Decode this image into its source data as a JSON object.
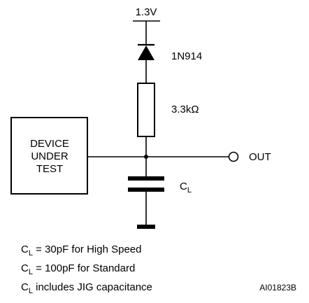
{
  "supply_label": "1.3V",
  "diode_label": "1N914",
  "resistor_label": "3.3kΩ",
  "dut_label": [
    "DEVICE",
    "UNDER",
    "TEST"
  ],
  "output_label": "OUT",
  "capacitor_label": {
    "main": "C",
    "sub": "L"
  },
  "notes": [
    {
      "main": "C",
      "sub": "L",
      "rest": " = 30pF for High Speed"
    },
    {
      "main": "C",
      "sub": "L",
      "rest": " = 100pF for Standard"
    },
    {
      "main": "C",
      "sub": "L",
      "rest": " includes JIG capacitance"
    }
  ],
  "figure_ref": "AI01823B"
}
